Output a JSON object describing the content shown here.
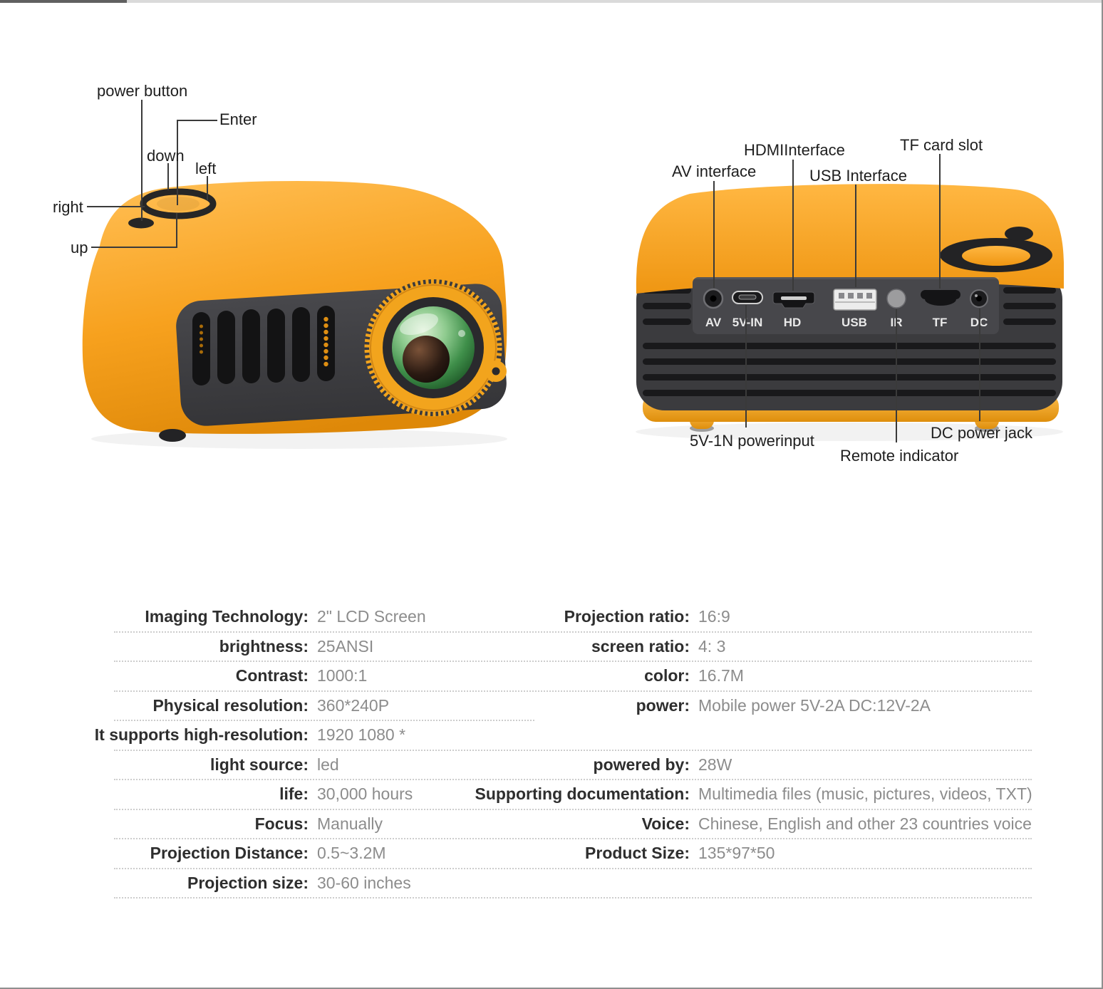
{
  "front_view": {
    "callouts": {
      "power_button": "power button",
      "enter": "Enter",
      "down": "down",
      "left": "left",
      "right": "right",
      "up": "up"
    }
  },
  "back_view": {
    "callouts": {
      "av_interface": "AV interface",
      "hdmi_interface": "HDMIInterface",
      "usb_interface": "USB Interface",
      "tf_card_slot": "TF card slot",
      "power_input": "5V-1N powerinput",
      "remote_indicator": "Remote indicator",
      "dc_power_jack": "DC power jack"
    },
    "ports": {
      "av": "AV",
      "v5_in": "5V-IN",
      "hd": "HD",
      "usb": "USB",
      "ir": "IR",
      "tf": "TF",
      "dc": "DC"
    }
  },
  "specs": {
    "left_rows": [
      {
        "label": "Imaging Technology:",
        "value": "2\" LCD Screen"
      },
      {
        "label": "brightness:",
        "value": "25ANSI"
      },
      {
        "label": "Contrast:",
        "value": "1000:1"
      },
      {
        "label": "Physical resolution:",
        "value": "360*240P"
      },
      {
        "label": "It supports high-resolution:",
        "value": "1920 1080 *"
      },
      {
        "label": "light source:",
        "value": "led"
      },
      {
        "label": "life:",
        "value": "30,000 hours"
      },
      {
        "label": "Focus:",
        "value": "Manually"
      },
      {
        "label": "Projection Distance:",
        "value": "0.5~3.2M"
      },
      {
        "label": "Projection size:",
        "value": "30-60 inches"
      }
    ],
    "right_rows": [
      {
        "label": "Projection ratio:",
        "value": "16:9"
      },
      {
        "label": "screen ratio:",
        "value": "4: 3"
      },
      {
        "label": "color:",
        "value": "16.7M"
      },
      {
        "label": "power:",
        "value": "Mobile power 5V-2A DC:12V-2A"
      },
      {
        "label": "",
        "value": ""
      },
      {
        "label": "powered by:",
        "value": "28W"
      },
      {
        "label": "Supporting documentation:",
        "value": "Multimedia files (music, pictures, videos, TXT)"
      },
      {
        "label": "Voice:",
        "value": "Chinese, English and other 23 countries voice"
      },
      {
        "label": "Product Size:",
        "value": "135*97*50"
      },
      {
        "label": "",
        "value": ""
      }
    ]
  },
  "colors": {
    "body_orange": "#F5A01E",
    "body_orange_light": "#FFB845",
    "panel_dark": "#3E3E41",
    "lens_green": "#3E8E4C",
    "callout_text": "#1E1E1E",
    "spec_label_text": "#2E2E2E",
    "spec_value_text": "#8C8C8C"
  }
}
